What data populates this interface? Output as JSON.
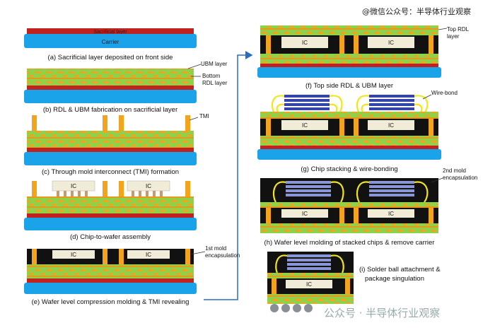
{
  "watermark_top": "@微信公众号：半导体行业观察",
  "watermark_bottom": "公众号 · 半导体行业观察",
  "layers": {
    "sacrificial": "Sacrificial layer",
    "carrier": "Carrier",
    "ubm": "UBM layer",
    "bottom_rdl_1": "Bottom",
    "bottom_rdl_2": "RDL layer",
    "tmi": "TMI",
    "top_rdl_1": "Top RDL",
    "top_rdl_2": "layer",
    "wire_bond": "Wire-bond",
    "mold1_1": "1st mold",
    "mold1_2": "encapsulation",
    "mold2_1": "2nd mold",
    "mold2_2": "encapsulation",
    "ic": "IC"
  },
  "captions": {
    "a": "(a) Sacrificial layer deposited on front side",
    "b": "(b) RDL & UBM fabrication on sacrificial layer",
    "c": "(c) Through mold interconnect (TMI) formation",
    "d": "(d) Chip-to-wafer assembly",
    "e": "(e) Wafer level compression molding & TMI revealing",
    "f": "(f) Top side RDL & UBM layer",
    "g": "(g) Chip stacking & wire-bonding",
    "h": "(h) Wafer level molding of stacked chips & remove carrier",
    "i1": "(i) Solder ball attachment &",
    "i2": "package singulation"
  },
  "colors": {
    "carrier": "#1aa3e8",
    "sacrificial": "#c0221f",
    "rdl_green": "#8fd24a",
    "rdl_orange": "#f2a41c",
    "mold": "#111111",
    "chip": "#f1ecd7",
    "wire": "#f3e51b",
    "arrow": "#2a6dbe"
  }
}
